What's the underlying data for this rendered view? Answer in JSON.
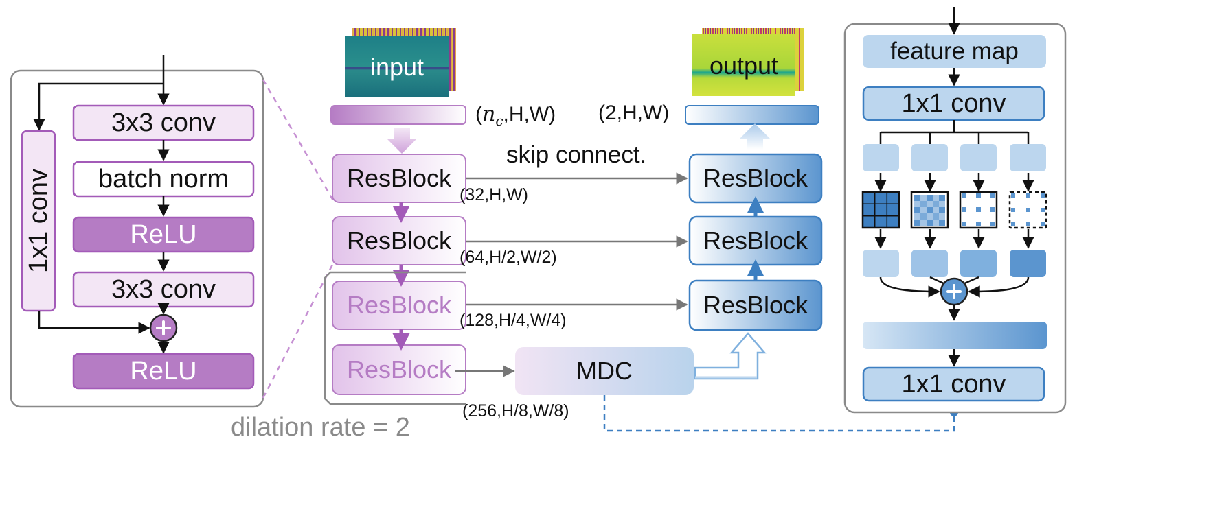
{
  "resblock_detail": {
    "conv3x3_top": "3x3 conv",
    "batch_norm": "batch norm",
    "relu_mid": "ReLU",
    "conv3x3_bottom": "3x3 conv",
    "relu_out": "ReLU",
    "shortcut_conv": "1x1 conv"
  },
  "encoder": {
    "input_label": "input",
    "input_dims_prefix": "(",
    "input_dims_var": "n",
    "input_dims_sub": "c",
    "input_dims_suffix": ",H,W)",
    "blocks": [
      "ResBlock",
      "ResBlock",
      "ResBlock",
      "ResBlock"
    ],
    "dims": [
      "(32,H,W)",
      "(64,H/2,W/2)",
      "(128,H/4,W/4)",
      "(256,H/8,W/8)"
    ],
    "dilation_note": "dilation rate = 2"
  },
  "decoder": {
    "output_label": "output",
    "output_dims": "(2,H,W)",
    "blocks": [
      "ResBlock",
      "ResBlock",
      "ResBlock"
    ],
    "skip_label": "skip connect."
  },
  "mdc": {
    "label": "MDC"
  },
  "mdc_detail": {
    "feature_map": "feature map",
    "conv_in": "1x1 conv",
    "conv_out": "1x1 conv"
  },
  "colors": {
    "purple": "#a35bb8",
    "purple_light": "#f3e6f5",
    "purple_fill": "#b57cc4",
    "blue": "#3d7fc1",
    "blue_light": "#bcd6ee",
    "blue_mid": "#7fb0de",
    "grey": "#777777"
  }
}
